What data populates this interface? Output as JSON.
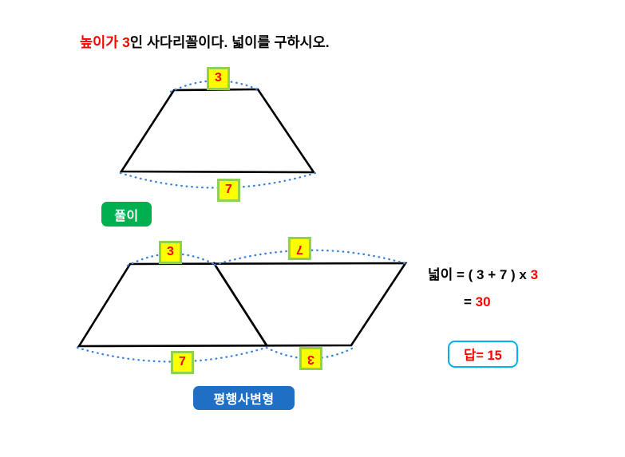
{
  "problem": {
    "prefix_highlight": "높이가 3",
    "rest": "인 사다리꼴이다. 넓이를 구하시오."
  },
  "figures": {
    "trapezoid": {
      "top_label": "3",
      "bottom_label": "7"
    },
    "parallelogram": {
      "top_left_label": "3",
      "top_right_label": "7",
      "bottom_left_label": "7",
      "bottom_right_label": "3"
    }
  },
  "buttons": {
    "solution": "풀이",
    "shape_name": "평행사변형"
  },
  "solution": {
    "line1_prefix": "넓이 = ( 3 + 7 ) x ",
    "line1_value": "3",
    "line2_prefix": "= ",
    "line2_value": "30",
    "answer": "답= 15"
  },
  "colors": {
    "highlight_red": "#ff0000",
    "chip_fill": "#ffff00",
    "chip_border": "#92d050",
    "button_green": "#00b050",
    "button_blue": "#1f6fc4",
    "answer_border": "#00b0f0",
    "dotted_guide": "#3d85e0",
    "shape_stroke": "#000000"
  }
}
